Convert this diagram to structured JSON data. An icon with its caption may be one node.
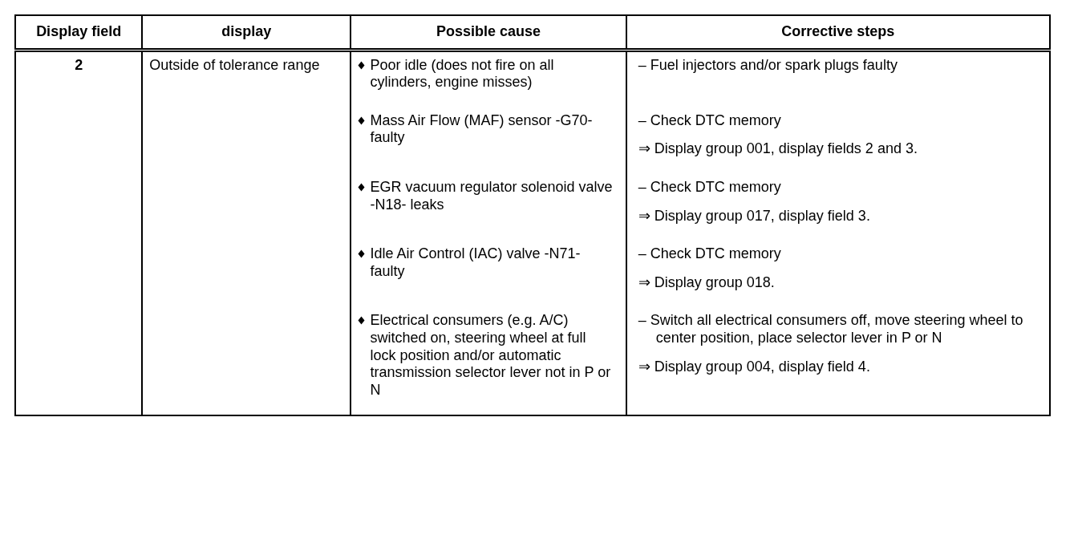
{
  "diagram": {
    "labels": [
      "Display field",
      "display",
      "Possible cause",
      "Corrective steps",
      "2",
      "Outside of tolerance range",
      "Poor idle (does not fire on all cylinders, engine misses)",
      "– Fuel injectors and/or spark plugs faulty",
      "Mass Air Flow (MAF) sensor -G70- faulty",
      "– Check DTC memory",
      "⇒ Display group 001, display fields 2 and 3.",
      "EGR vacuum regulator solenoid valve -N18- leaks",
      "– Check DTC memory",
      "⇒ Display group 017, display field 3.",
      "Idle Air Control (IAC) valve -N71- faulty",
      "– Check DTC memory",
      "⇒ Display group 018.",
      "Electrical consumers (e.g. A/C) switched on, steering wheel at full lock position and/or automatic transmission selector lever not in P or N",
      "– Switch all electrical consumers off, move steering wheel to center position, place selector lever in P or N",
      "⇒ Display group 004, display field 4."
    ]
  }
}
